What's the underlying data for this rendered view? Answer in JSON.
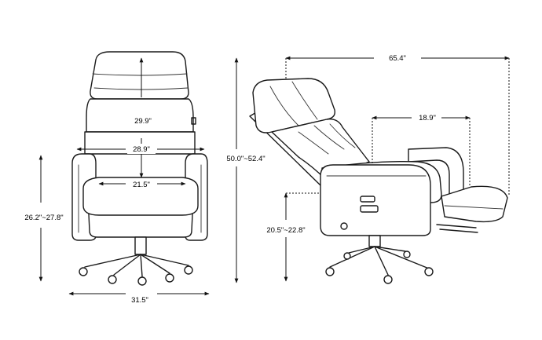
{
  "dimensions": {
    "seat_depth": "29.9\"",
    "arm_width": "28.9\"",
    "seat_width": "21.5\"",
    "arm_height": "26.2\"~27.8\"",
    "base_width": "31.5\"",
    "total_height": "50.0\"~52.4\"",
    "recline_length": "65.4\"",
    "footrest_length": "18.9\"",
    "seat_height": "20.5\"~22.8\""
  },
  "colors": {
    "line": "#1a1a1a",
    "background": "#ffffff"
  }
}
